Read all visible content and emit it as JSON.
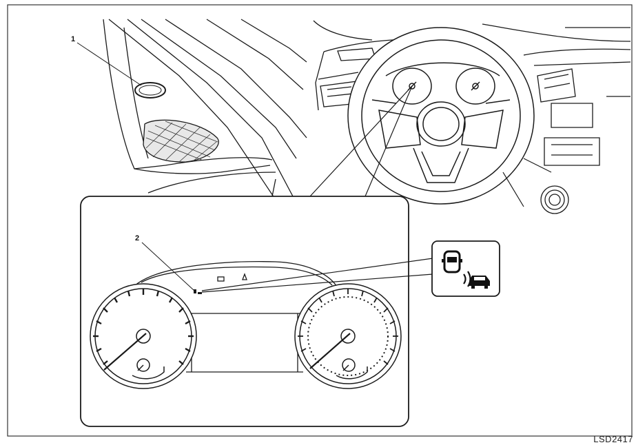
{
  "callouts": {
    "one": "1",
    "two": "2"
  },
  "figure_code": "LSD2417",
  "icon": "blind-spot-warning-indicator-icon",
  "colors": {
    "line": "#1a1a1a",
    "background": "#ffffff"
  }
}
